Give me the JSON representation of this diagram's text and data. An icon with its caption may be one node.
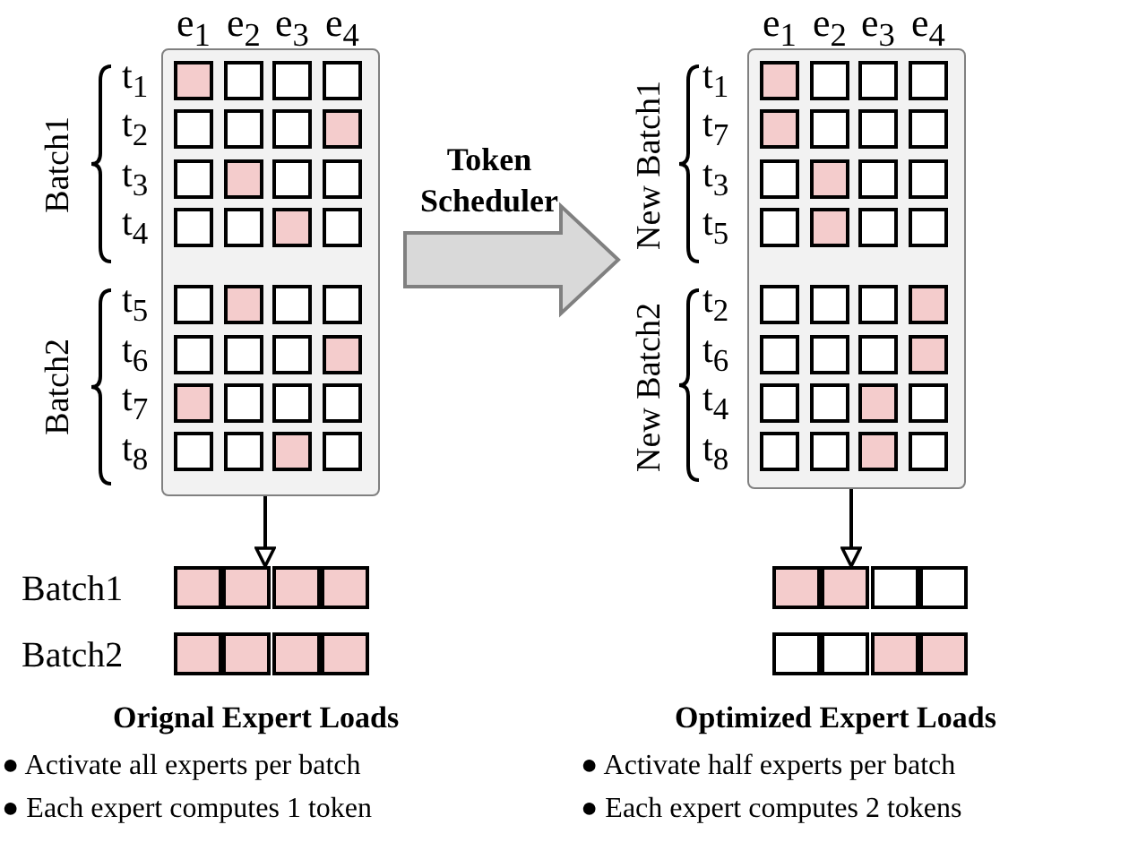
{
  "diagram": {
    "nodes": [
      {
        "text": [],
        "shape": "box"
      },
      {
        "text": [],
        "shape": "box"
      },
      {
        "text": [],
        "shape": "bar"
      },
      {
        "text": [],
        "shape": "bar"
      },
      {
        "text": [],
        "shape": "bar"
      },
      {
        "text": [],
        "shape": "bar"
      }
    ],
    "edges": [
      {
        "from": 0,
        "to": 1,
        "arrow": "to",
        "label": "Token Scheduler",
        "style": "thick",
        "color": "#d9d9d9"
      },
      {
        "from": 0,
        "to": 2,
        "arrow": "to"
      },
      {
        "from": 1,
        "to": 4,
        "arrow": "to"
      }
    ],
    "labels": [
      "e$_{1}$",
      "e$_{2}$",
      "e$_{3}$",
      "e$_{4}$",
      "e$_{1}$",
      "e$_{2}$",
      "e$_{3}$",
      "e$_{4}$",
      "Batch1",
      "t$_{1}$",
      "t$_{2}$",
      "t$_{3}$",
      "t$_{4}$",
      "Batch2",
      "t$_{5}$",
      "t$_{6}$",
      "t$_{7}$",
      "t$_{8}$",
      "New Batch1",
      "t$_{1}$",
      "t$_{7}$",
      "t$_{3}$",
      "t$_{5}$",
      "New Batch2",
      "t$_{2}$",
      "t$_{6}$",
      "t$_{4}$",
      "t$_{8}$",
      "Batch1",
      "Batch2",
      "Orignal Expert Loads",
      "Optimized Expert Loads",
      "● Activate all experts per batch",
      "● Each expert computes 1 token",
      "● Activate half experts per batch",
      "● Each expert computes 2 tokens"
    ]
  }
}
